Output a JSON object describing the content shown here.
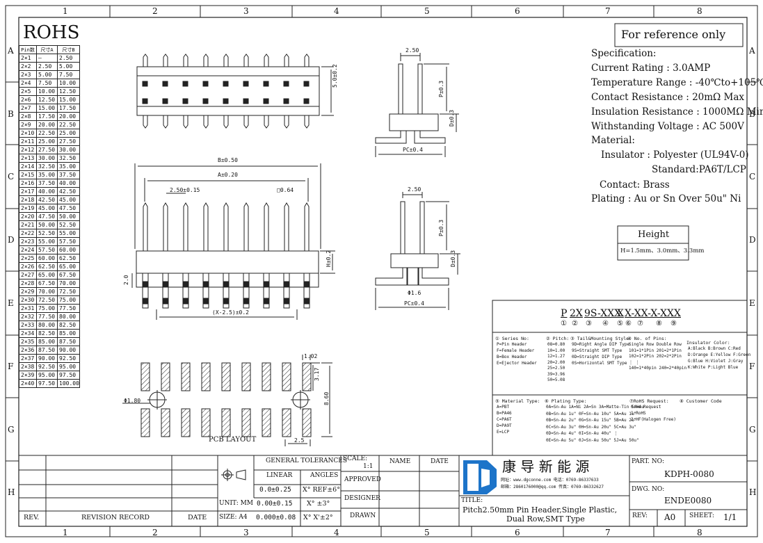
{
  "frame": {
    "columns": [
      "1",
      "2",
      "3",
      "4",
      "5",
      "6",
      "7",
      "8"
    ],
    "rows": [
      "A",
      "B",
      "C",
      "D",
      "E",
      "F",
      "G",
      "H"
    ]
  },
  "rohs_label": "ROHS",
  "reference_note": "For reference only",
  "pin_table": {
    "headers": [
      "Pin数",
      "尺寸A",
      "尺寸B"
    ],
    "rows": [
      [
        "2×1",
        "–",
        "2.50"
      ],
      [
        "2×2",
        "2.50",
        "5.00"
      ],
      [
        "2×3",
        "5.00",
        "7.50"
      ],
      [
        "2×4",
        "7.50",
        "10.00"
      ],
      [
        "2×5",
        "10.00",
        "12.50"
      ],
      [
        "2×6",
        "12.50",
        "15.00"
      ],
      [
        "2×7",
        "15.00",
        "17.50"
      ],
      [
        "2×8",
        "17.50",
        "20.00"
      ],
      [
        "2×9",
        "20.00",
        "22.50"
      ],
      [
        "2×10",
        "22.50",
        "25.00"
      ],
      [
        "2×11",
        "25.00",
        "27.50"
      ],
      [
        "2×12",
        "27.50",
        "30.00"
      ],
      [
        "2×13",
        "30.00",
        "32.50"
      ],
      [
        "2×14",
        "32.50",
        "35.00"
      ],
      [
        "2×15",
        "35.00",
        "37.50"
      ],
      [
        "2×16",
        "37.50",
        "40.00"
      ],
      [
        "2×17",
        "40.00",
        "42.50"
      ],
      [
        "2×18",
        "42.50",
        "45.00"
      ],
      [
        "2×19",
        "45.00",
        "47.50"
      ],
      [
        "2×20",
        "47.50",
        "50.00"
      ],
      [
        "2×21",
        "50.00",
        "52.50"
      ],
      [
        "2×22",
        "52.50",
        "55.00"
      ],
      [
        "2×23",
        "55.00",
        "57.50"
      ],
      [
        "2×24",
        "57.50",
        "60.00"
      ],
      [
        "2×25",
        "60.00",
        "62.50"
      ],
      [
        "2×26",
        "62.50",
        "65.00"
      ],
      [
        "2×27",
        "65.00",
        "67.50"
      ],
      [
        "2×28",
        "67.50",
        "70.00"
      ],
      [
        "2×29",
        "70.00",
        "72.50"
      ],
      [
        "2×30",
        "72.50",
        "75.00"
      ],
      [
        "2×31",
        "75.00",
        "77.50"
      ],
      [
        "2×32",
        "77.50",
        "80.00"
      ],
      [
        "2×33",
        "80.00",
        "82.50"
      ],
      [
        "2×34",
        "82.50",
        "85.00"
      ],
      [
        "2×35",
        "85.00",
        "87.50"
      ],
      [
        "2×36",
        "87.50",
        "90.00"
      ],
      [
        "2×37",
        "90.00",
        "92.50"
      ],
      [
        "2×38",
        "92.50",
        "95.00"
      ],
      [
        "2×39",
        "95.00",
        "97.50"
      ],
      [
        "2×40",
        "97.50",
        "100.00"
      ]
    ]
  },
  "specs": {
    "lines": [
      "Specification:",
      "Current Rating : 3.0AMP",
      "Temperature Range : -40℃to+105℃",
      "Contact Resistance : 20mΩ Max",
      "Insulation Resistance : 1000MΩ Min",
      "Withstanding Voltage : AC 500V",
      "Material:",
      "Insulator : Polyester (UL94V-0)",
      "Standard:PA6T/LCP",
      "Contact: Brass",
      "Plating : Au or Sn Over 50u\" Ni"
    ]
  },
  "height_box": {
    "title": "Height",
    "value": "H=1.5mm、3.0mm、3.3mm"
  },
  "dims": {
    "top_height": "5.0±0.2",
    "side_pitch": "2.50",
    "side_p": "P±0.3",
    "side_d": "D±0.3",
    "side_pc": "PC±0.4",
    "b_dim": "B±0.50",
    "a_dim": "A±0.20",
    "pitch_dim": "2.50±0.15",
    "pin_dia": "□0.64",
    "h_dim": "H±0.2",
    "left_2": "2.0",
    "bottom_dim": "(X-2.5)±0.2",
    "side2_pitch": "2.50",
    "side2_p": "P±0.3",
    "side2_d": "D±0.3",
    "side2_phi": "Φ1.6",
    "side2_pc": "PC±0.4",
    "pcb_w": "1.02",
    "pcb_h": "3.17",
    "pcb_total": "8.60",
    "pcb_hole": "Φ1.80",
    "pcb_gap": "2.5",
    "pcb_label": "PCB LAYOUT"
  },
  "part_code": {
    "segments": [
      "P",
      "2X",
      "9S-XXX",
      "X",
      "X-XX-X-XXX"
    ],
    "circles": [
      "①",
      "②",
      "③",
      "④",
      "⑤",
      "⑥",
      "⑦",
      "⑧",
      "⑨"
    ],
    "series_title": "① Series No:",
    "series_items": [
      "P=Pin Header",
      "F=Female Header",
      "B=Box Header",
      "E=Ejector Header"
    ],
    "pitch_title": "② Pitch:",
    "pitch_items": [
      "08=0.80",
      "10=1.00",
      "12=1.27",
      "20=2.00",
      "25=2.50",
      "39=3.96",
      "50=5.08"
    ],
    "style_title": "③ Tail&Mounting Style:",
    "style_items": [
      "9D=Right Angle DIP Type",
      "9S=Straight SMT Type",
      "0D=Straight DIP Type",
      "0S=Horizontal SMT Type"
    ],
    "pins_title": "④ No. of Pins:",
    "pins_items": [
      "Single Row  Double Row",
      "101=1*1Pin   201=2*1Pin",
      "102=1*2Pin   202=2*2Pin",
      "  ⋮              ⋮",
      "140=1*40pin  240=2*40pin"
    ],
    "color_title": "Insulator Color:",
    "color_items": [
      "A:Black  B:Brown  C:Red",
      "D:Orange E:Yellow F:Green",
      "G:Blue   H:Violet J:Gray",
      "K:White  P:Light Blue"
    ],
    "material_title": "⑤ Material Type:",
    "material_items": [
      "A=PBT",
      "B=PA46",
      "C=PA6T",
      "D=PA9T",
      "E=LCP"
    ],
    "plating_title": "⑥ Plating Type:",
    "plating_items": [
      "0A=Sn-Au 1A=Ni 2A=Sn 3A=Matte-Tin 5A=Au",
      "0B=Sn-Au 1u\" 0F=Sn-Au 10u\"  5A=Au 1u\"",
      "0B=Sn-Au 2u\" 0G=Sn-Au 15u\"  5B=Au 2u\"",
      "0C=Sn-Au 3u\" 0H=Sn-Au 20u\"  5C=Au 3u\"",
      "0D=Sn-Au 4u\" 0I=Sn-Au 40u\"   ⋮",
      "0E=Sn-Au 5u\" 0J=Sn-Au 50u\" 5J=Au 50u\""
    ],
    "rohs_title": "⑦RoHS Request:",
    "rohs_items": [
      "0:No Request",
      "1:RoHS",
      "2:HF(Halogen Free)"
    ],
    "customer_title": "⑧ Customer Code"
  },
  "title_block": {
    "rev_label": "REV.",
    "revision_record": "REVISION RECORD",
    "date_label": "DATE",
    "unit_label": "UNIT: MM",
    "size_label": "SIZE: A4",
    "general_tol": "GENERAL TOLERANCES",
    "linear": "LINEAR",
    "angles": "ANGLES",
    "lin1": "0.0±0.25",
    "lin2": "0.00±0.15",
    "lin3": "0.000±0.08",
    "ang1": "X° REF±6°",
    "ang2": "X° ±3°",
    "ang3": "X° X'±2°",
    "scale_label": "SCALE:",
    "scale_value": "1:1",
    "approved": "APPROVED",
    "designer": "DESIGNER",
    "drawn": "DRAWN",
    "name_label": "NAME",
    "date2_label": "DATE",
    "company_name": "康 导 新 能 源",
    "company_web": "网址：www.dgconne.com   电话：0769-86337633",
    "company_mail": "邮箱：2860176000@qq.com 传真：0769-86332627",
    "title_label": "TITLE:",
    "title_text_1": "Pitch2.50mm Pin Header,Single Plastic,",
    "title_text_2": "Dual Row,SMT Type",
    "part_no_label": "PART. NO:",
    "part_no": "KDPH-0080",
    "dwg_no_label": "DWG. NO:",
    "dwg_no": "ENDE0080",
    "rev2_label": "REV:",
    "rev_value": "A0",
    "sheet_label": "SHEET:",
    "sheet_value": "1/1"
  }
}
